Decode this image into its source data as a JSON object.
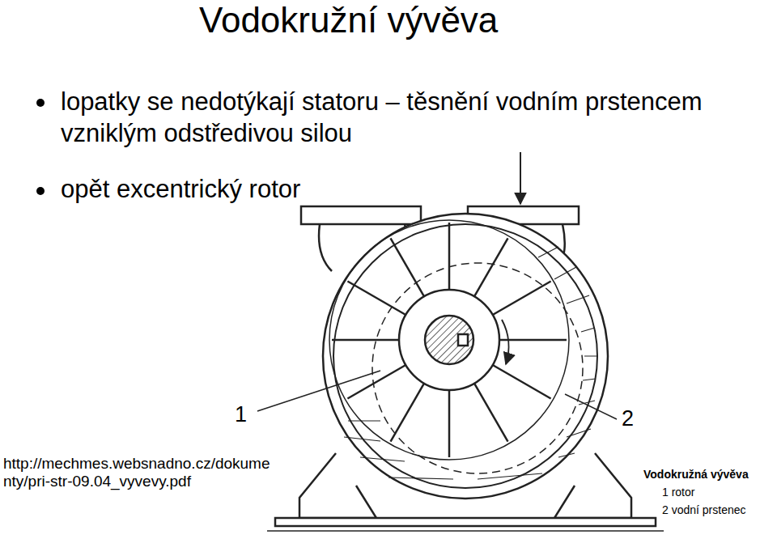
{
  "diagram": {
    "title": "Vodokružní vývěva",
    "labels": [
      "lopatky se nedotýkají statoru – těsnění vodním prstencem vzniklým odstředivou silou",
      "opět excentrický rotor",
      "1",
      "2",
      "http://mechmes.websnadno.cz/dokumenty/pri-str-09.04_vyvevy.pdf",
      "Vodokružná vývěva",
      "1 rotor",
      "2 vodní prstenec"
    ]
  }
}
